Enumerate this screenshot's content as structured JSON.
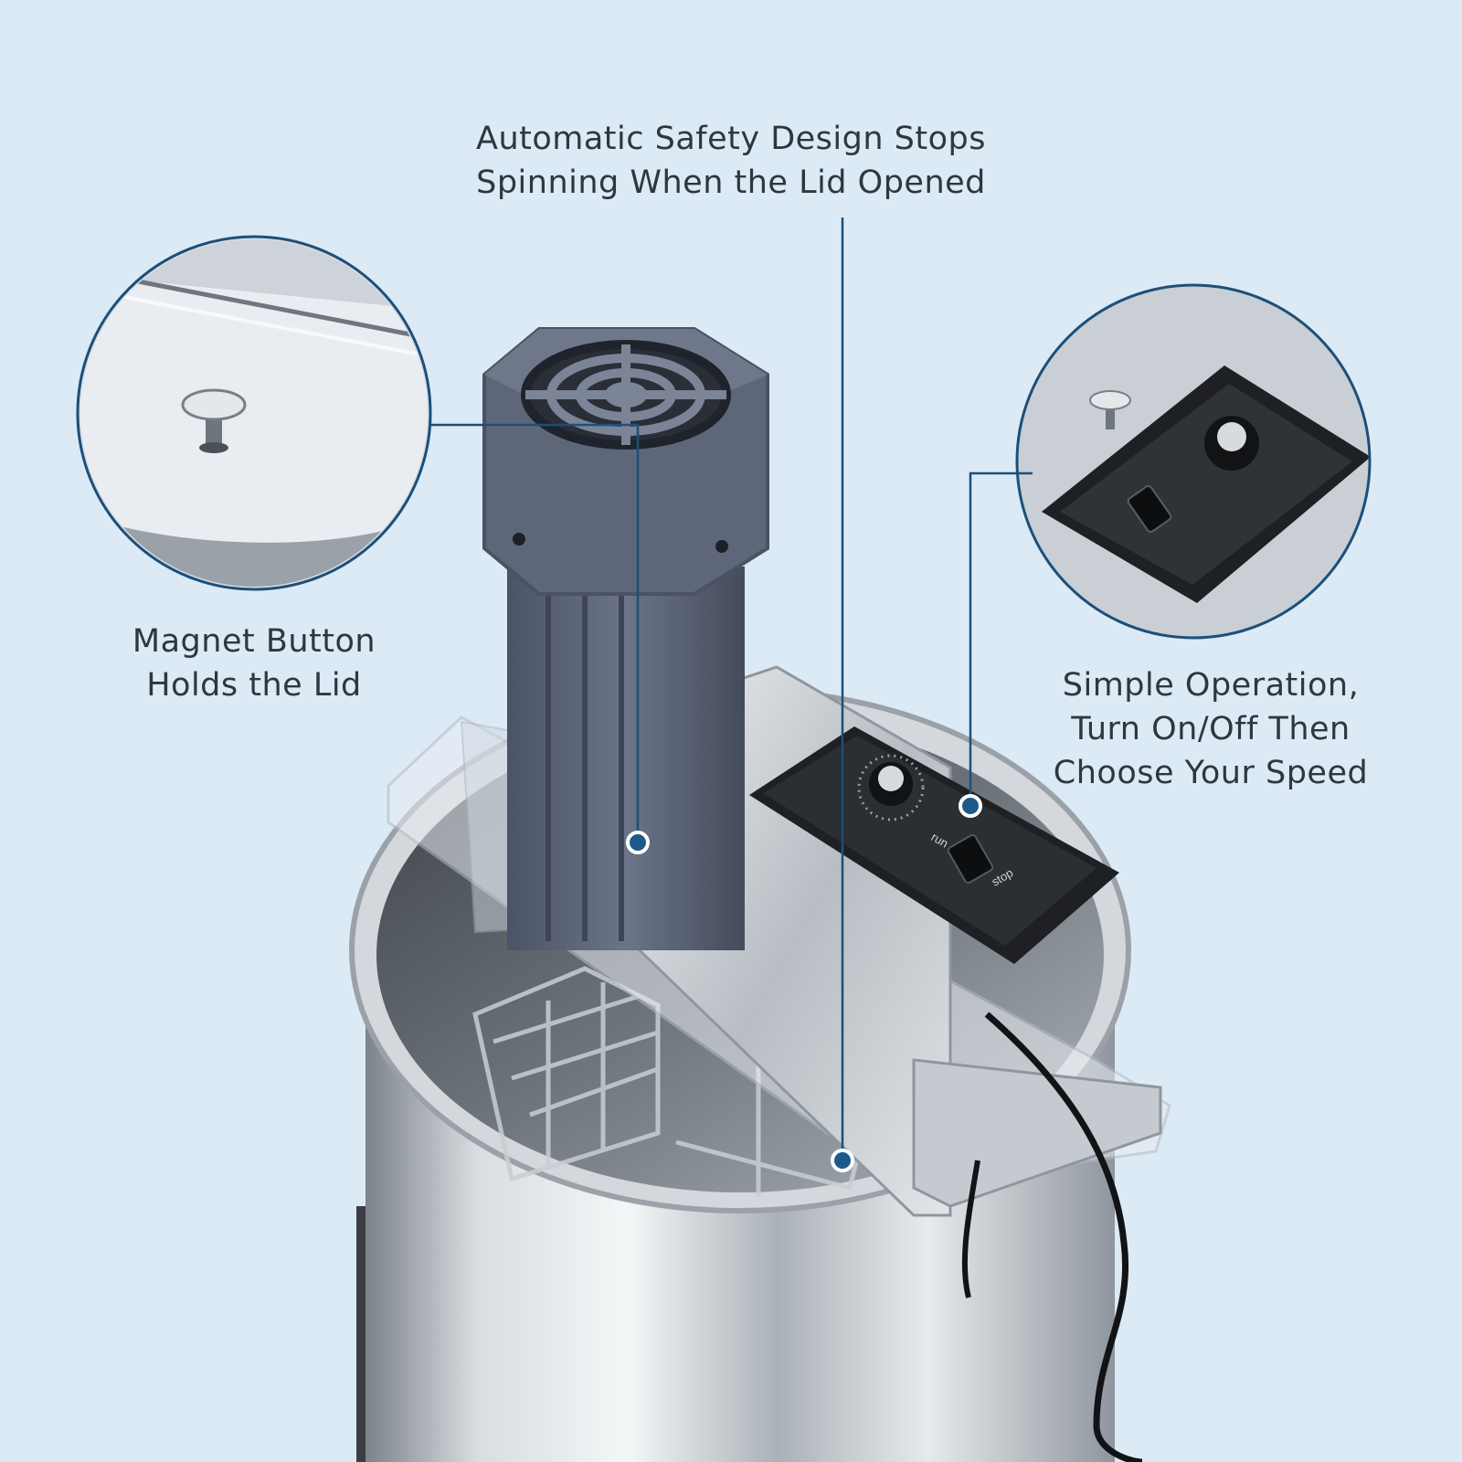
{
  "callouts": {
    "safety": {
      "line1": "Automatic Safety Design Stops",
      "line2": "Spinning When the Lid Opened"
    },
    "magnet": {
      "line1": "Magnet Button",
      "line2": "Holds the Lid"
    },
    "simple": {
      "line1": "Simple Operation,",
      "line2": "Turn On/Off Then",
      "line3": "Choose Your Speed"
    }
  },
  "control_panel": {
    "switch_on_label": "run",
    "switch_off_label": "stop"
  },
  "colors": {
    "background": "#dceaf6",
    "callout_line": "#1d4f79",
    "callout_dot": "#1d5a8a",
    "motor": "#5b6478",
    "steel": "#c9ced4",
    "panel": "#1e2023"
  }
}
